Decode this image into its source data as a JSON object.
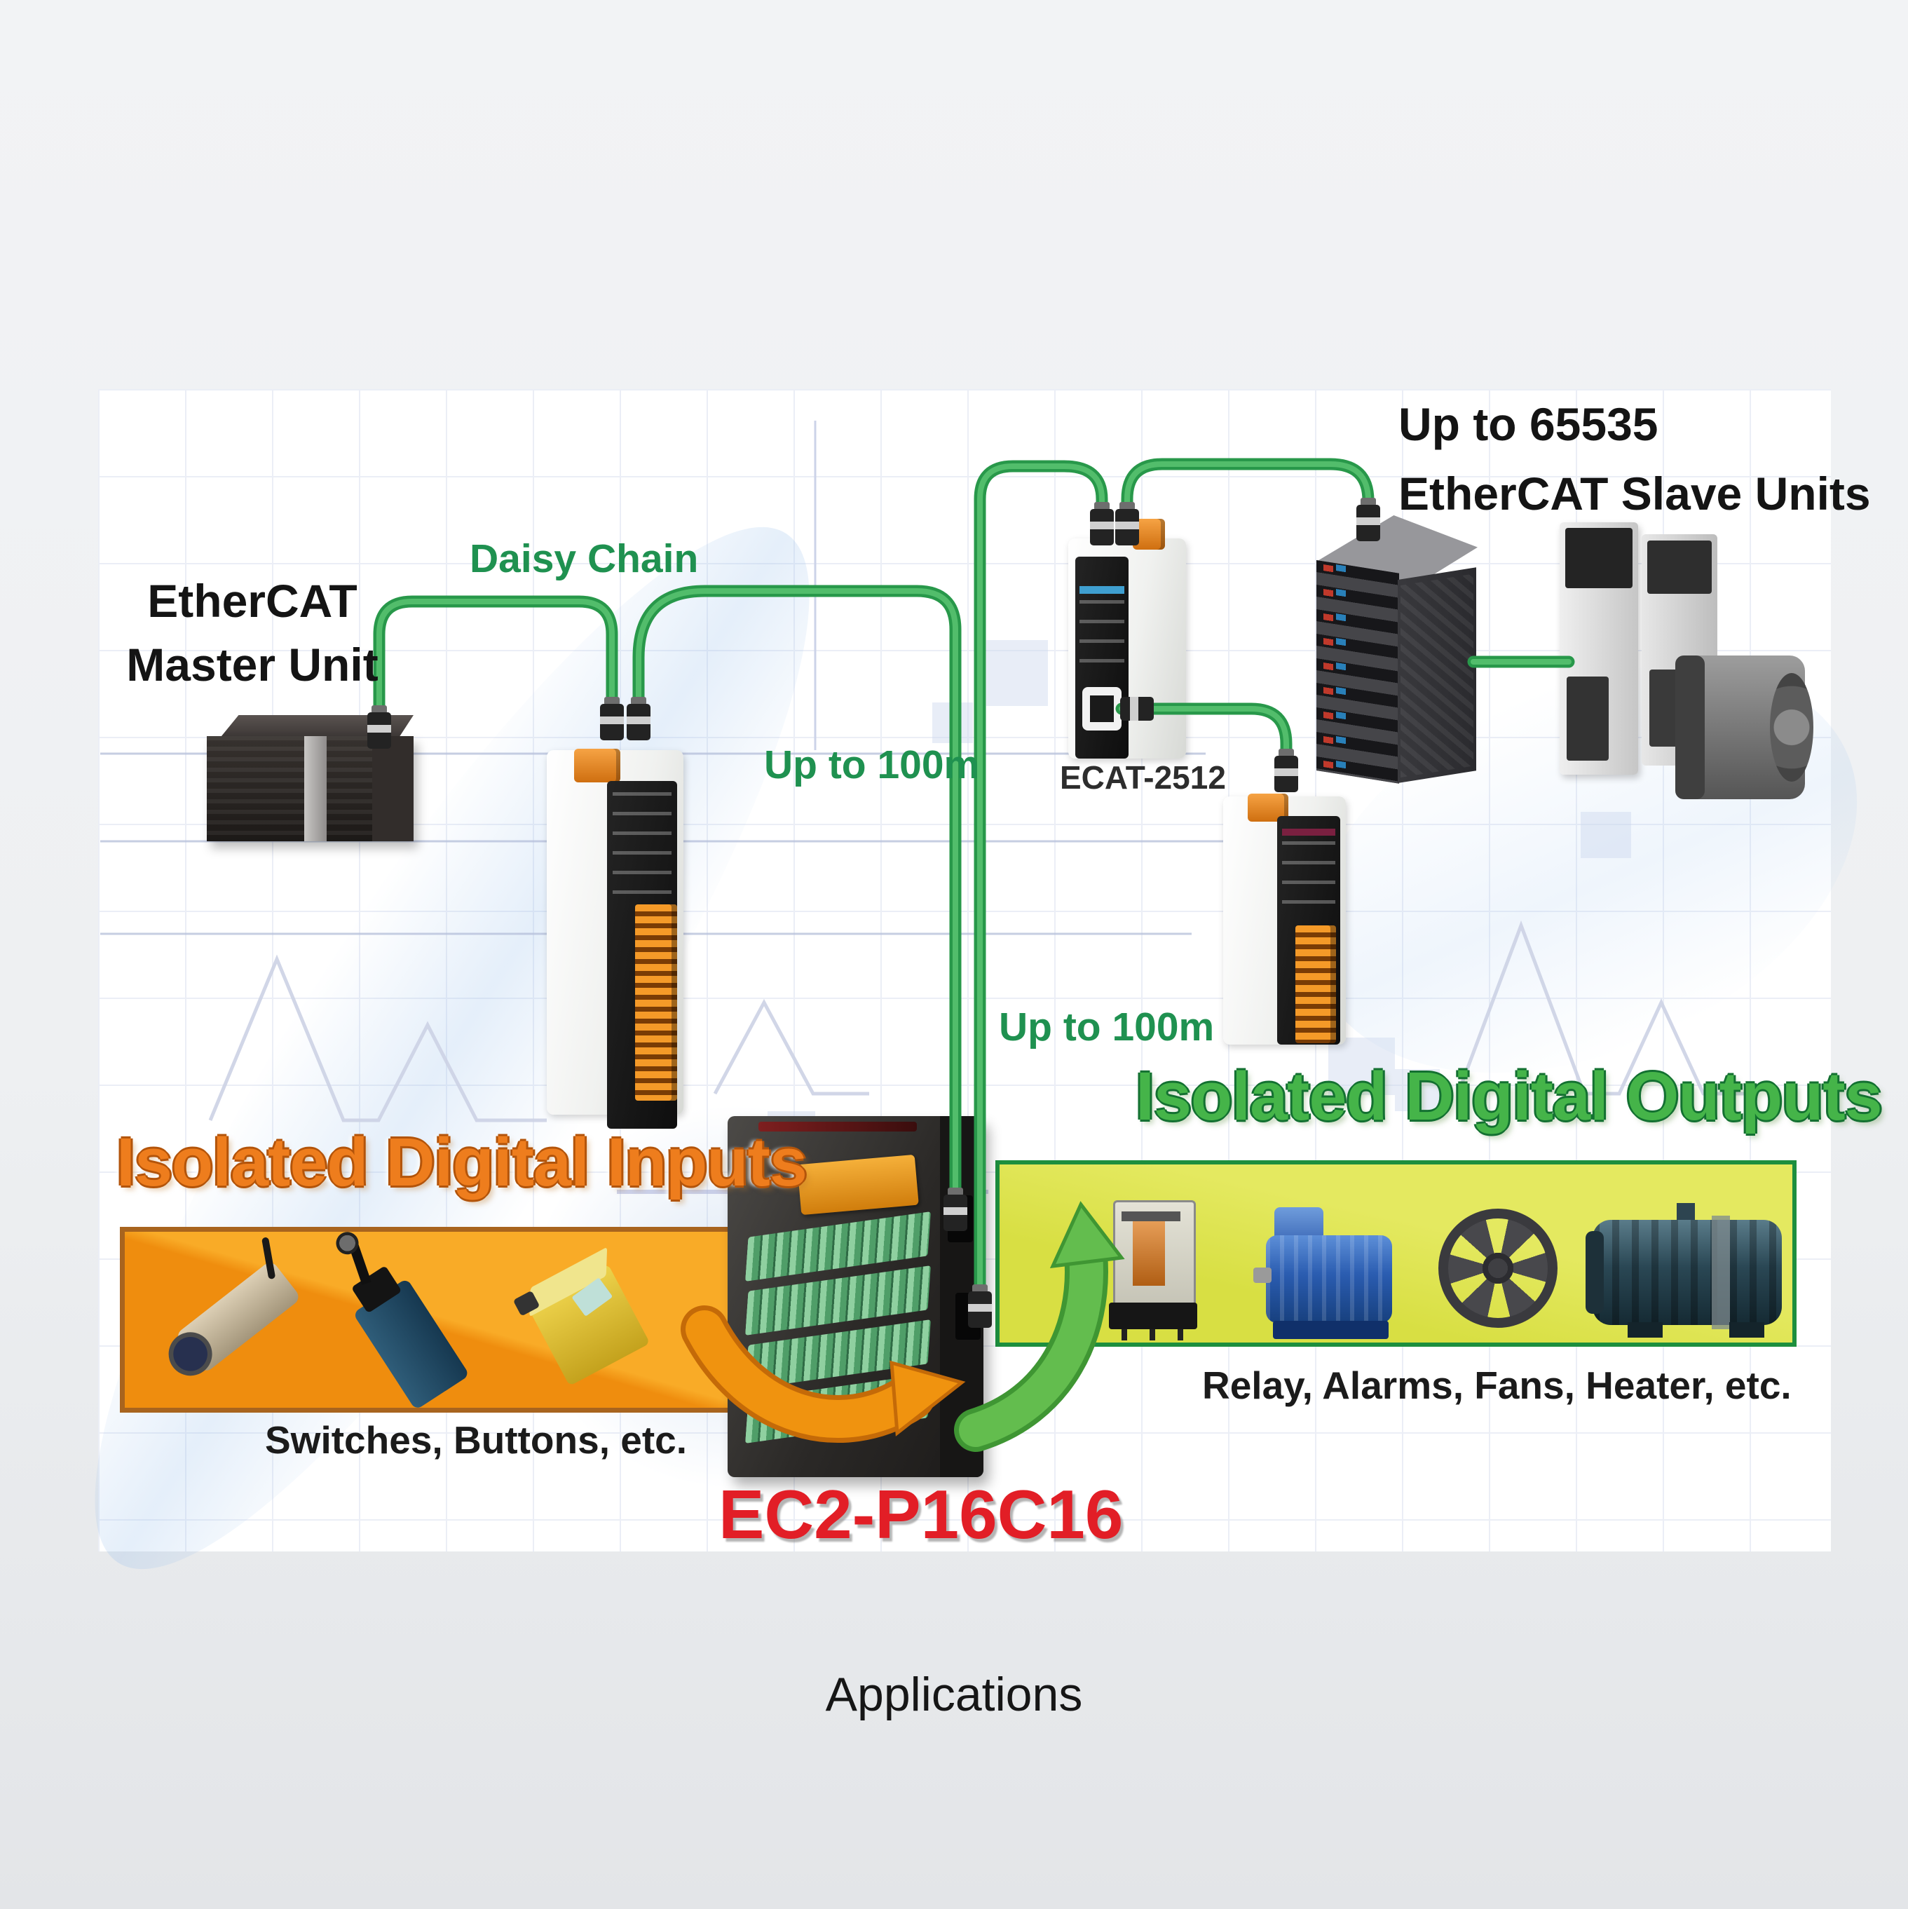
{
  "page": {
    "caption": "Applications",
    "background": "#eef0f2",
    "panel_background": "#ffffff"
  },
  "labels": {
    "master_line1": "EtherCAT",
    "master_line2": "Master Unit",
    "daisy_chain": "Daisy Chain",
    "up_to_100m_top": "Up to 100m",
    "up_to_100m_bottom": "Up to 100m",
    "ecat_module": "ECAT-2512",
    "slaves_line1": "Up to 65535",
    "slaves_line2": "EtherCAT Slave Units",
    "inputs_headline": "Isolated Digital Inputs",
    "inputs_caption": "Switches, Buttons, etc.",
    "outputs_headline": "Isolated Digital Outputs",
    "outputs_caption": "Relay, Alarms, Fans, Heater, etc.",
    "device_name": "EC2-P16C16"
  },
  "colors": {
    "label_green": "#1f9150",
    "cable_green": "#28984a",
    "headline_orange": "#ee7d1d",
    "headline_green": "#45b449",
    "device_red": "#e21e26",
    "inputs_box_fill": "#f9ab27",
    "inputs_box_border": "#a8641e",
    "outputs_box_fill": "#dce24b",
    "outputs_box_border": "#1d8f3e"
  },
  "icons": {
    "master_device": "plc-controller-icon",
    "left_module": "ethercat-io-slave-module-icon",
    "repeater_module": "ecat-2512-repeater-icon",
    "right_module": "ethercat-io-slave-module-icon",
    "server_rack": "server-rack-icon",
    "servo": "servo-drive-and-motor-icon",
    "central_device": "ec2-p16c16-module-icon",
    "input_devices": [
      "proximity-sensor-icon",
      "limit-switch-icon",
      "photoelectric-switch-icon"
    ],
    "output_devices": [
      "relay-icon",
      "induction-motor-icon",
      "fan-icon",
      "heater-motor-icon"
    ],
    "flow_arrows": [
      "orange-input-arrow-icon",
      "green-output-arrow-icon"
    ]
  }
}
